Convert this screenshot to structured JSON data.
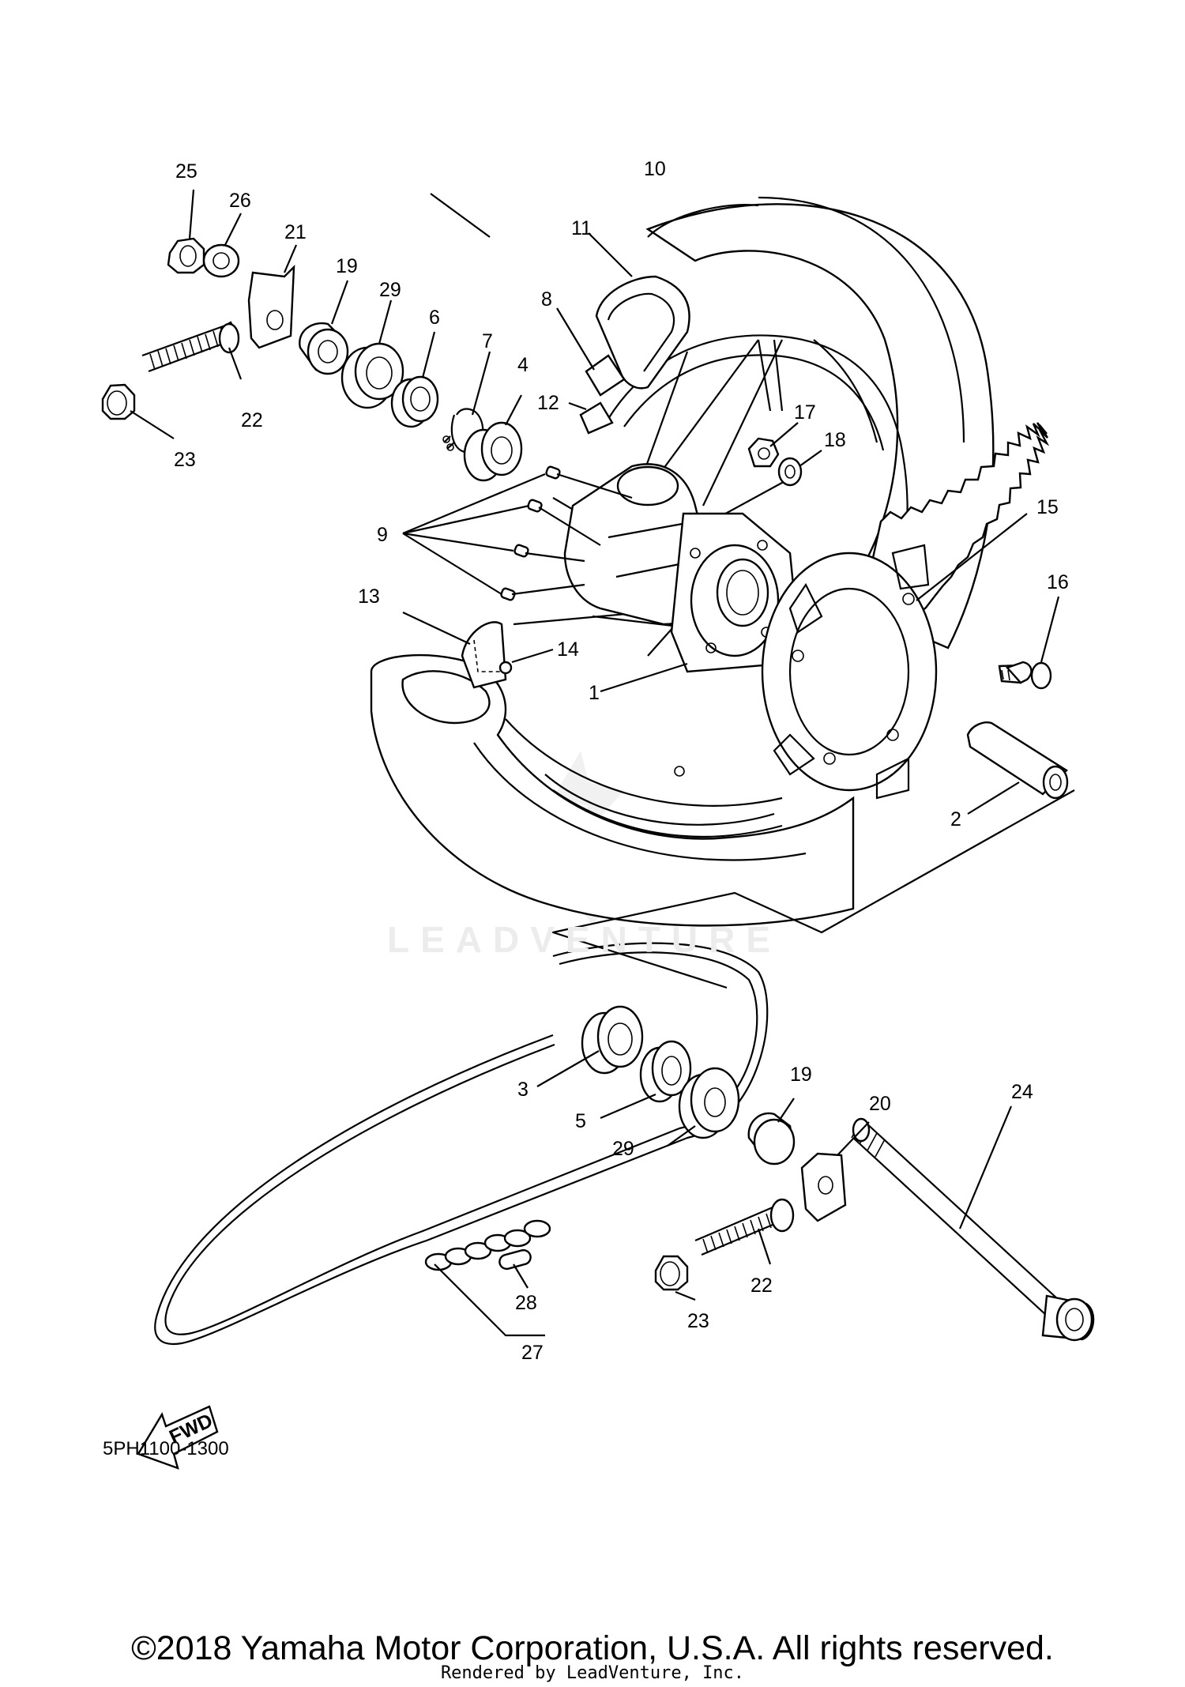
{
  "diagram_code": "5PH1100-1300",
  "copyright": "©2018 Yamaha Motor Corporation, U.S.A. All rights reserved.",
  "rendered_by": "Rendered by LeadVenture, Inc.",
  "watermark": "LEADVENTURE",
  "fwd_label": "FWD",
  "callouts": [
    "1",
    "2",
    "3",
    "4",
    "5",
    "6",
    "7",
    "8",
    "9",
    "10",
    "11",
    "12",
    "13",
    "14",
    "15",
    "16",
    "17",
    "18",
    "19",
    "20",
    "21",
    "22",
    "23",
    "24",
    "25",
    "26",
    "27",
    "28",
    "29"
  ]
}
